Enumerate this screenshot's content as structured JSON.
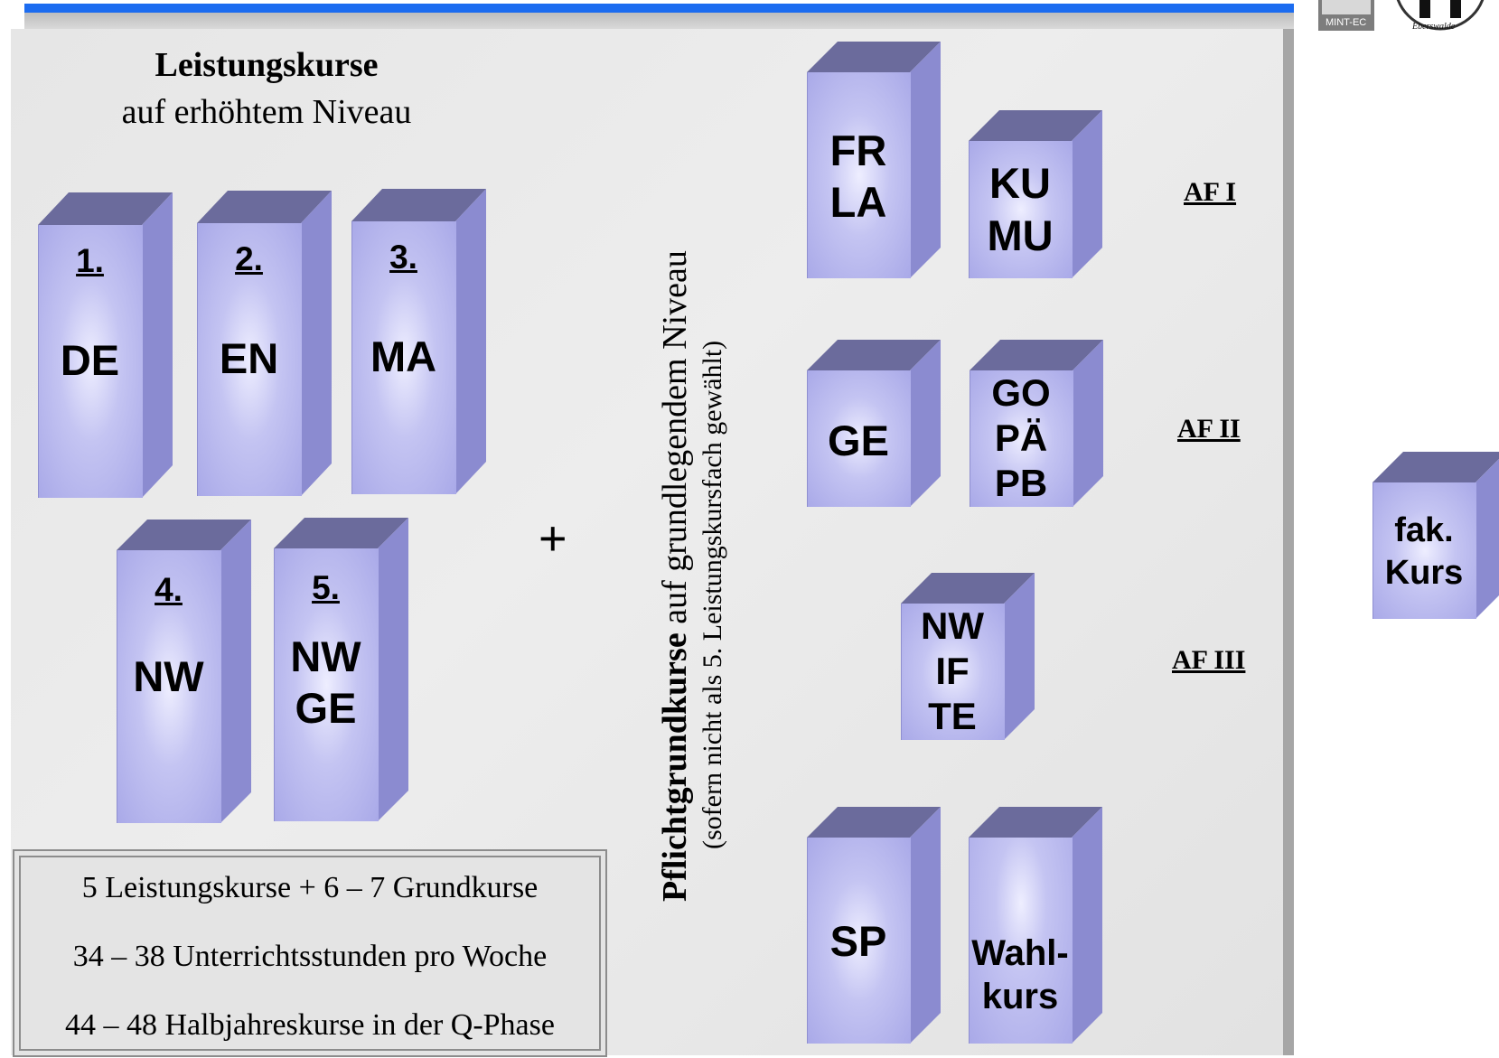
{
  "header": {
    "title_bold": "Leistungskurse",
    "subtitle": "auf erhöhtem Niveau",
    "logo_text_left": "MINT-EC",
    "logo_text_right": "Eberswalde"
  },
  "leistungskurse": [
    {
      "number": "1.",
      "lines": [
        "DE"
      ]
    },
    {
      "number": "2.",
      "lines": [
        "EN"
      ]
    },
    {
      "number": "3.",
      "lines": [
        "MA"
      ]
    },
    {
      "number": "4.",
      "lines": [
        "NW"
      ]
    },
    {
      "number": "5.",
      "lines": [
        "NW",
        "GE"
      ]
    }
  ],
  "plus_sign": "+",
  "vertical_label": {
    "bold": "Pflichtgrundkurse",
    "rest": " auf grundlegendem Niveau",
    "note": "(sofern nicht als 5. Leistungskursfach gewählt)"
  },
  "grundkurse": {
    "fr_la": [
      "FR",
      "LA"
    ],
    "ku_mu": [
      "KU",
      "MU"
    ],
    "ge": [
      "GE"
    ],
    "go_pa_pb": [
      "GO",
      "PÄ",
      "PB"
    ],
    "nw_if_te": [
      "NW",
      "IF",
      "TE"
    ],
    "sp": [
      "SP"
    ],
    "wahlkurs": [
      "Wahl-",
      "kurs"
    ]
  },
  "fakultativ": [
    "fak.",
    "Kurs"
  ],
  "aufgabenfelder": {
    "af1": "AF I",
    "af2": "AF II",
    "af3": "AF III"
  },
  "summary": [
    "5 Leistungskurse + 6 – 7 Grundkurse",
    "34 – 38 Unterrichtsstunden pro Woche",
    "44 – 48 Halbjahreskurse in der Q-Phase"
  ],
  "colors": {
    "topbar": "#1c6cf0",
    "box_front": "#b3b3ec",
    "box_top": "#6b6b9c",
    "box_side": "#8b8bd0"
  }
}
